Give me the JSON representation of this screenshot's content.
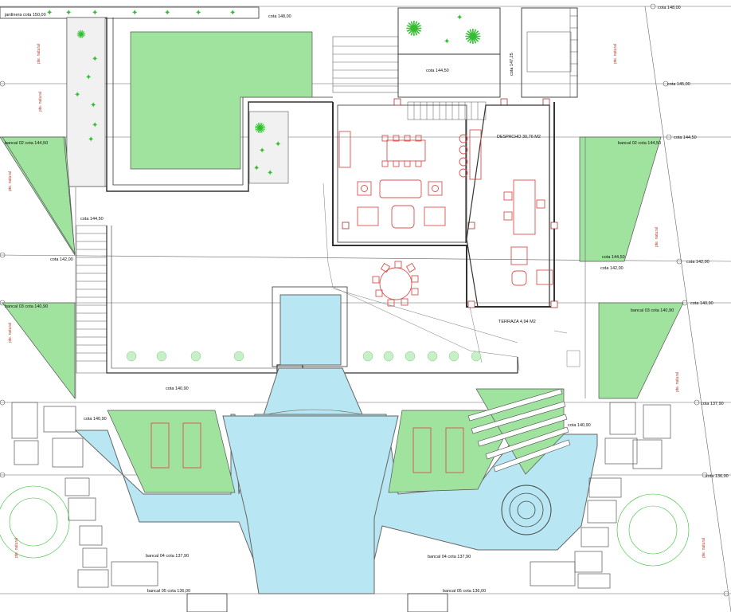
{
  "palette": {
    "lawn": "#9fe39f",
    "water": "#b8e6f2",
    "furniture": "#d9534f",
    "wall": "#333333",
    "tree": "#2fbf2f"
  },
  "labels": {
    "jardinera": "jardinera cota 150,00",
    "cota_148_top": "cota 148,00",
    "cota_148_right": "cota 148,00",
    "cota_147_25": "cota 147,25",
    "cota_144_50_top": "cota 144,50",
    "cota_145": "cota 145,00",
    "bancal02_left": "bancal 02 cota 144,50",
    "bancal02_right": "bancal 02 cota 144,50",
    "cota_144_50_right_a": "cota 144,50",
    "cota_144_50_left": "cota 144,50",
    "cota_144_50_right_b": "cota 144,50",
    "despacho": "DESPACHO 30,76 M2",
    "terraza": "TERRAZA 4,94 M2",
    "cota_142_left": "cota 142,00",
    "cota_142_right_a": "cota 142,00",
    "cota_142_right_b": "cota 142,00",
    "bancal03_left": "bancal 03 cota 140,90",
    "bancal03_right": "bancal 03 cota 140,90",
    "cota_140_90_right": "cota 140,90",
    "cota_140_90_mid": "cota 140,90",
    "cota_140_90_left": "cota 140,90",
    "cota_140_90_pool_right": "cota 140,90",
    "cota_137_90": "cota 137,90",
    "cota_136": "cota 136,00",
    "bancal04_left": "bancal 04 cota 137,90",
    "bancal04_right": "bancal 04 cota 137,90",
    "bancal05_left": "bancal 05 cota 136,00",
    "bancal05_right": "bancal 05 cota 136,00",
    "pte_natural": "pte. natural"
  }
}
